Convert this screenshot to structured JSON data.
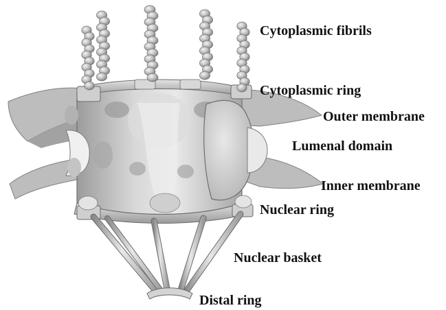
{
  "labels": {
    "cytoplasmic_fibrils": "Cytoplasmic fibrils",
    "cytoplasmic_ring": "Cytoplasmic ring",
    "outer_membrane": "Outer membrane",
    "lumenal_domain": "Lumenal domain",
    "inner_membrane": "Inner membrane",
    "nuclear_ring": "Nuclear ring",
    "nuclear_basket": "Nuclear basket",
    "distal_ring": "Distal ring"
  },
  "colors": {
    "membrane": "#b9b9b9",
    "membrane_dark": "#8e8e8e",
    "structure": "#c6c6c6",
    "structure_light": "#e6e6e6",
    "structure_dark": "#8a8a8a",
    "text": "#111111"
  }
}
